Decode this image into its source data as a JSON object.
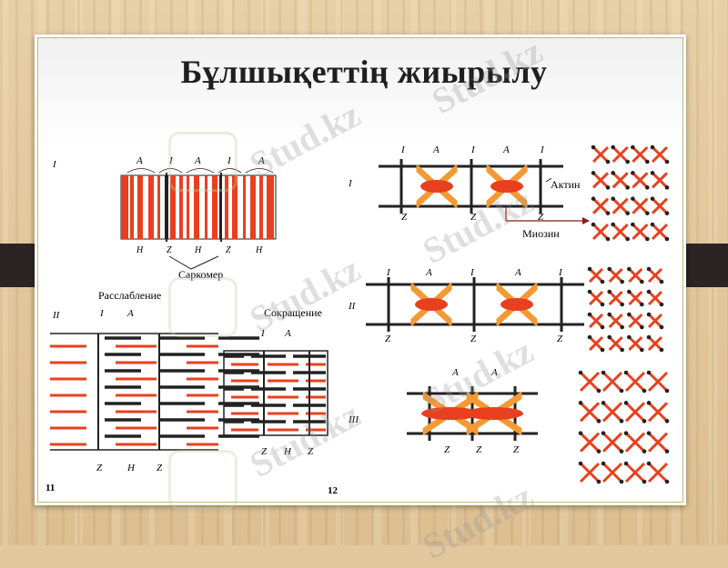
{
  "title": "Бұлшықеттің жиырылу",
  "watermark": "Stud.kz",
  "panel_roman": {
    "p1": "I",
    "p2": "II",
    "p3": "III"
  },
  "band_labels": {
    "A": "A",
    "I": "I",
    "H": "H",
    "Z": "Z"
  },
  "left_top": {
    "sarcomere": "Саркомер"
  },
  "left_bottom": {
    "relax": "Расслабление",
    "contract": "Сокращение"
  },
  "right": {
    "actin": "Актин",
    "myosin": "Миозин"
  },
  "page_nums": {
    "left": "11",
    "right": "12"
  },
  "colors": {
    "red": "#e8401e",
    "orange": "#f39a35",
    "black": "#222222",
    "band": "#2b2422",
    "wood": "#e3c79c"
  }
}
